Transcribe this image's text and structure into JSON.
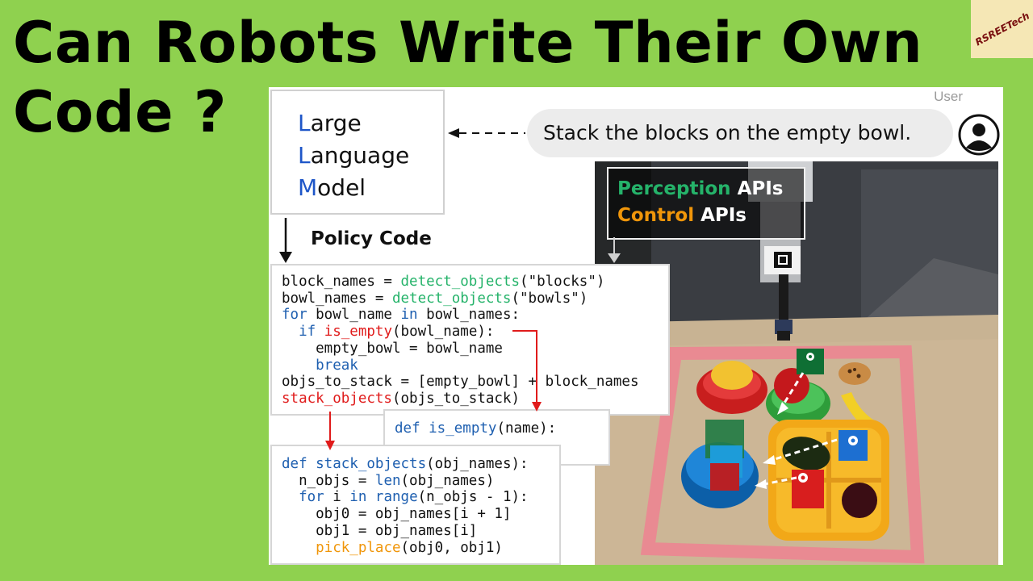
{
  "title": "Can Robots Write Their Own Code ?",
  "logo_text": "RSREETech",
  "llm": {
    "lines": [
      {
        "cap": "L",
        "rest": "arge"
      },
      {
        "cap": "L",
        "rest": "anguage"
      },
      {
        "cap": "M",
        "rest": "odel"
      }
    ]
  },
  "user": {
    "label": "User",
    "message": "Stack the blocks on the empty bowl."
  },
  "policy_label": "Policy Code",
  "api_labels": {
    "perception_word": "Perception",
    "perception_suffix": " APIs",
    "control_word": "Control",
    "control_suffix": " APIs"
  },
  "code_main": {
    "l1a": "block_names = ",
    "l1b": "detect_objects",
    "l1c": "(\"blocks\")",
    "l2a": "bowl_names = ",
    "l2b": "detect_objects",
    "l2c": "(\"bowls\")",
    "l3a": "for",
    "l3b": " bowl_name ",
    "l3c": "in",
    "l3d": " bowl_names:",
    "l4a": "  if",
    "l4b": " ",
    "l4c": "is_empty",
    "l4d": "(bowl_name):",
    "l5": "    empty_bowl = bowl_name",
    "l6": "    break",
    "l7": "objs_to_stack = [empty_bowl] + block_names",
    "l8a": "stack_objects",
    "l8b": "(objs_to_stack)"
  },
  "code_is_empty": {
    "a": "def",
    "b": " is_empty",
    "c": "(name):",
    "dots": "  ..."
  },
  "code_stack": {
    "l1a": "def",
    "l1b": " stack_objects",
    "l1c": "(obj_names):",
    "l2a": "  n_objs = ",
    "l2b": "len",
    "l2c": "(obj_names)",
    "l3a": "  for",
    "l3b": " i ",
    "l3c": "in",
    "l3d": " ",
    "l3e": "range",
    "l3f": "(n_objs - 1):",
    "l4": "    obj0 = obj_names[i + 1]",
    "l5": "    obj1 = obj_names[i]",
    "l6a": "    ",
    "l6b": "pick_place",
    "l6c": "(obj0, obj1)"
  },
  "colors": {
    "background": "#8fd14f",
    "llm_capital": "#1e56c8",
    "perception": "#25b36a",
    "control": "#f0960a",
    "keyword": "#1e5fb0",
    "highlight_red": "#e01b1b"
  }
}
